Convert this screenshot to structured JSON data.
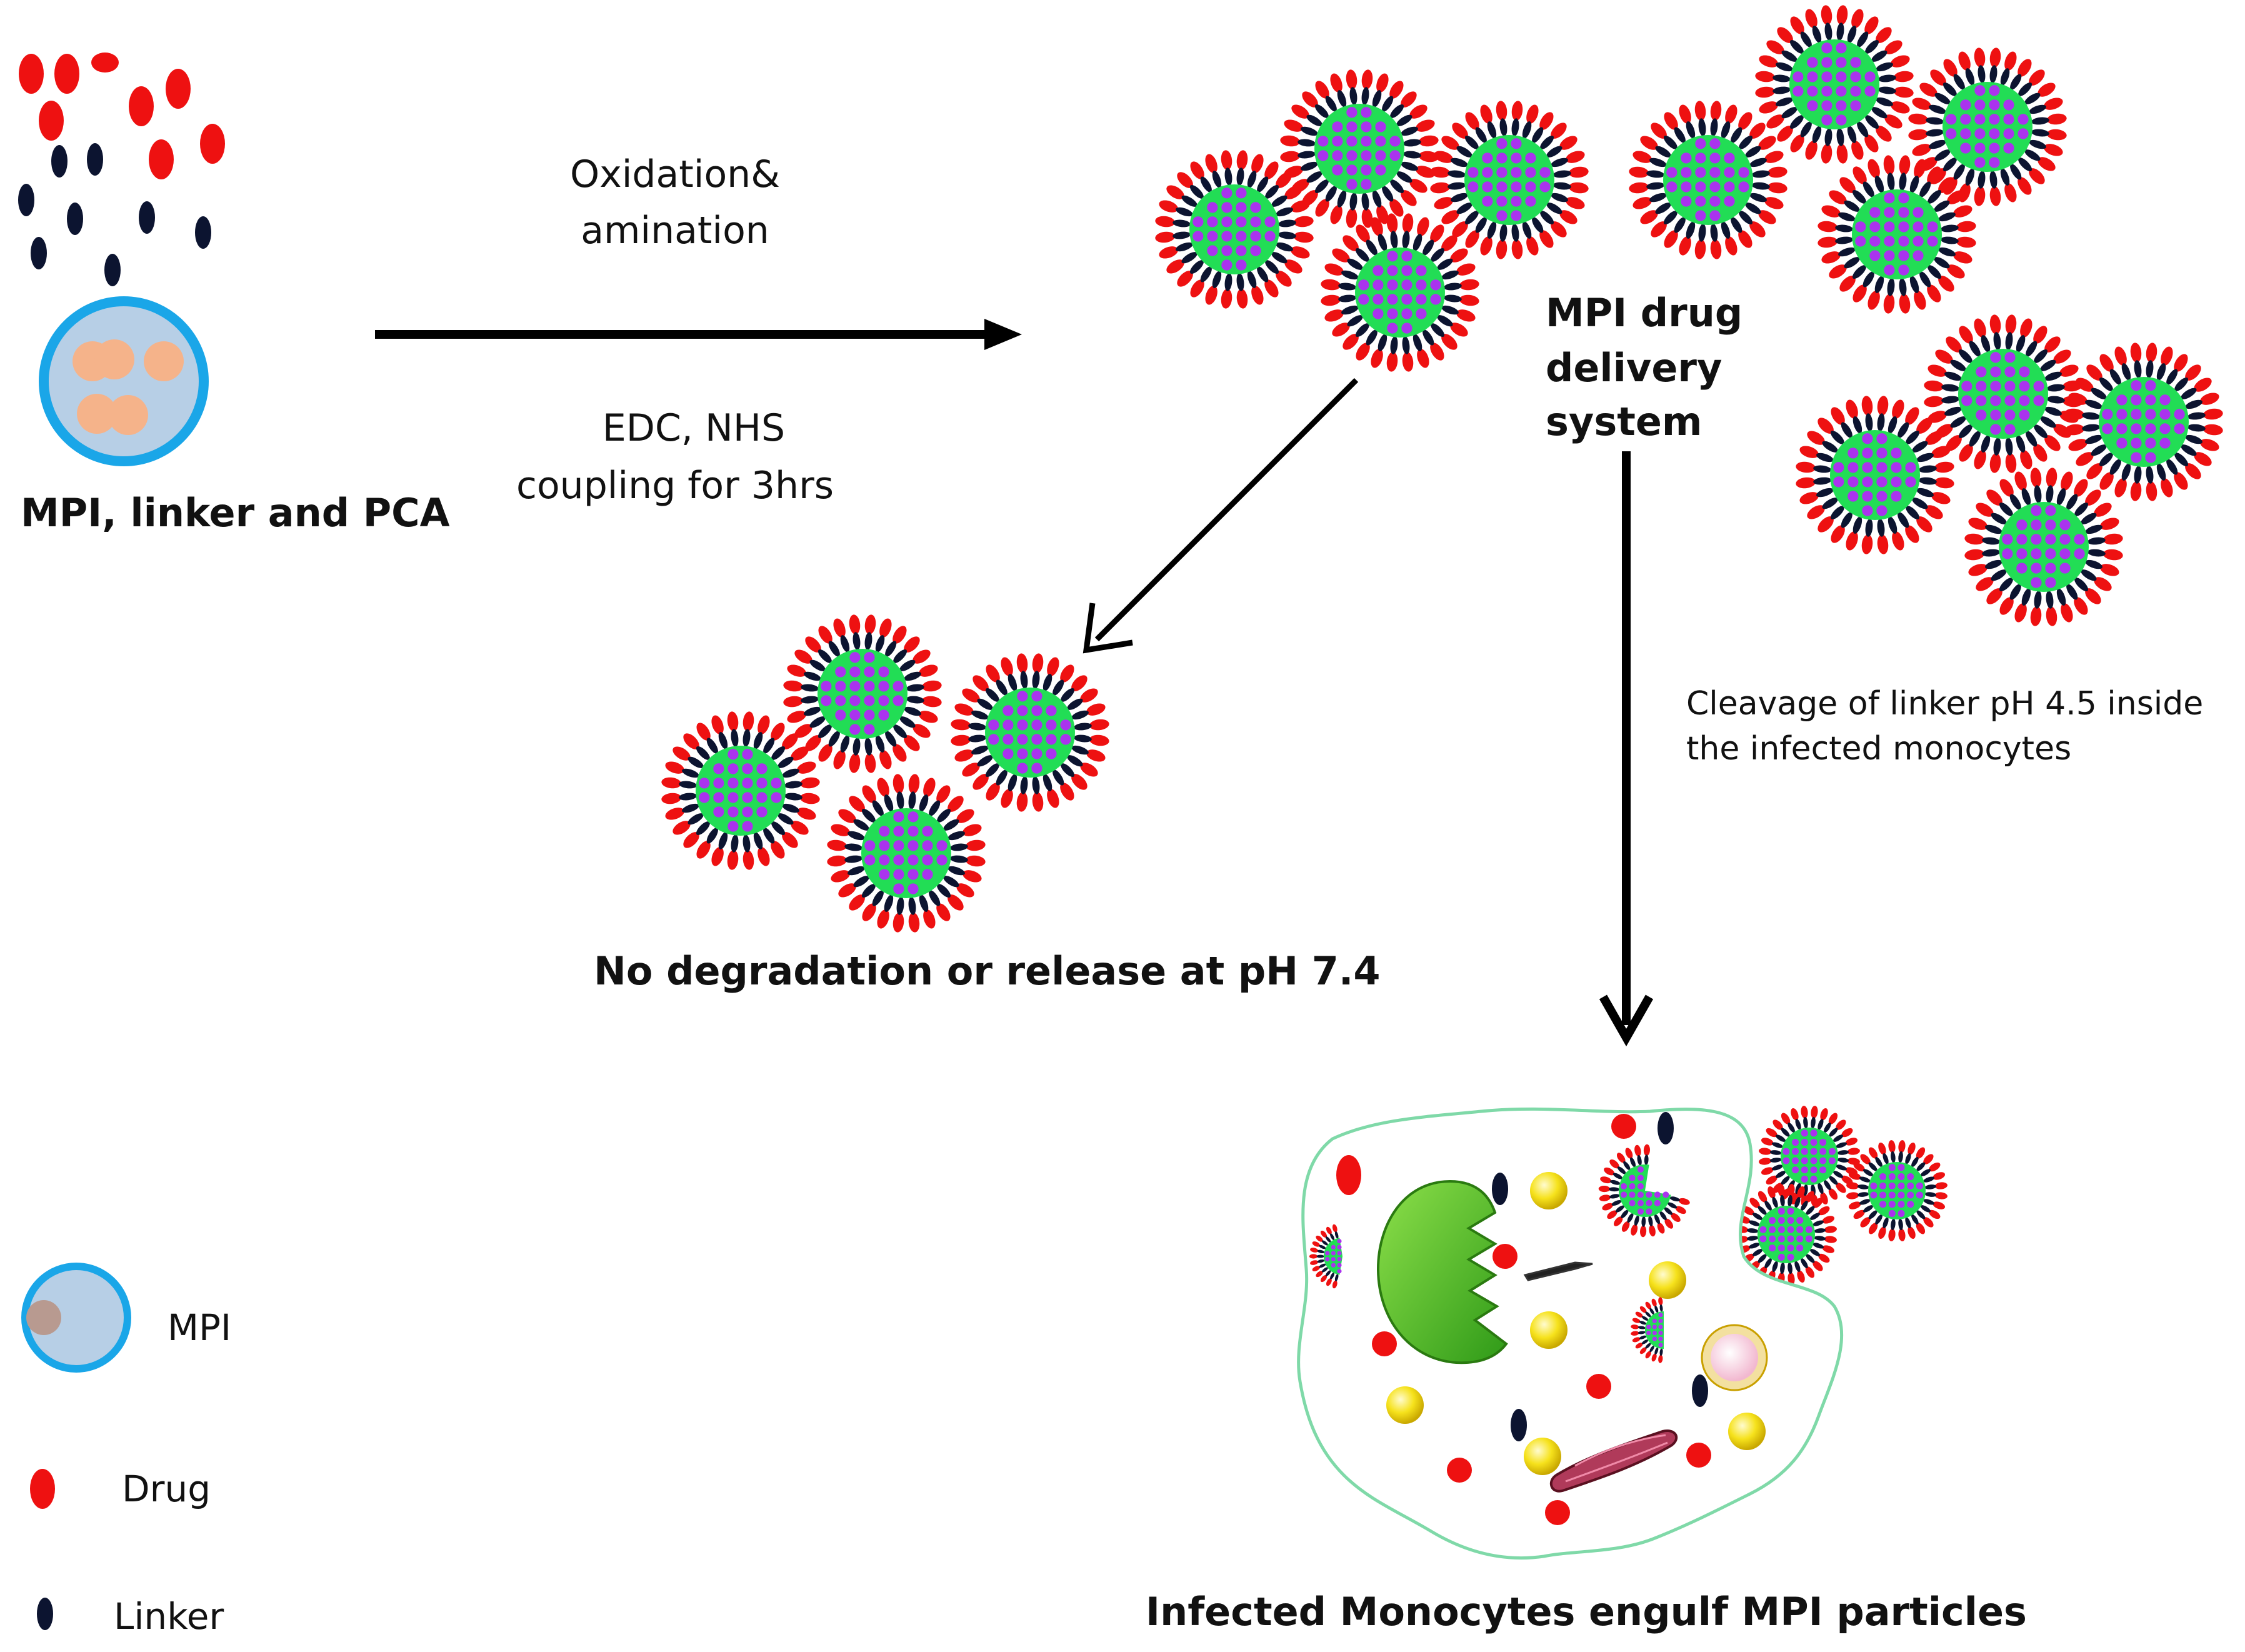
{
  "labels": {
    "reactants": "MPI, linker and PCA",
    "step_top_1": "Oxidation&",
    "step_top_2": "amination",
    "step_bottom_1": "EDC, NHS",
    "step_bottom_2": "coupling for 3hrs",
    "system_1": "MPI  drug",
    "system_2": "delivery",
    "system_3": "system",
    "no_release": "No degradation or release at  pH  7.4",
    "cleavage_1": "Cleavage of linker  pH 4.5 inside",
    "cleavage_2": "the infected monocytes",
    "monocyte": "Infected Monocytes engulf  MPI particles"
  },
  "legend": [
    {
      "label": "MPI",
      "icon": "mpi-particle-icon"
    },
    {
      "label": "Drug",
      "icon": "drug-icon"
    },
    {
      "label": "Linker",
      "icon": "linker-icon"
    }
  ],
  "colors": {
    "drug": "#ee1111",
    "linker": "#0c1430",
    "mpi_fill": "#b7cfe6",
    "mpi_border": "#1aa6e8",
    "core_green": "#22dd55",
    "core_purple": "#aa33ee",
    "cell_membrane": "#7fd9a8",
    "vesicle": "#f4e21a",
    "phagosome": "#44bb22",
    "mitochondrion": "#b03a5a"
  }
}
